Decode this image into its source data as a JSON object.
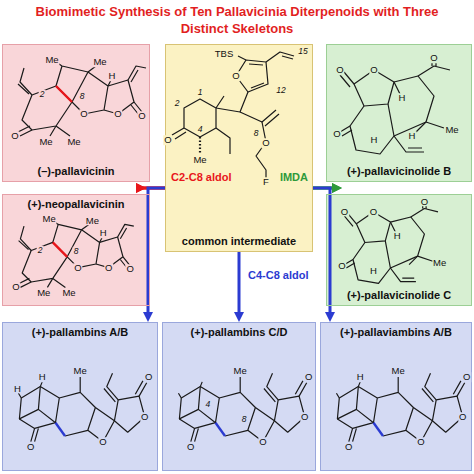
{
  "diagram": {
    "title": "Biomimetic Synthesis of Ten Pallavicinia Diterpenoids with Three Distinct Skeletons",
    "nodes": [
      {
        "text": [
          "(–)-pallavicinin"
        ]
      },
      {
        "text": [
          "(+)-neopallavicinin"
        ]
      },
      {
        "text": [
          "common intermediate"
        ]
      },
      {
        "text": [
          "(+)-pallavicinolide B"
        ]
      },
      {
        "text": [
          "(+)-pallavicinolide C"
        ]
      },
      {
        "text": [
          "(+)-pallambins A/B"
        ]
      },
      {
        "text": [
          "(+)-pallambins C/D"
        ]
      },
      {
        "text": [
          "(+)-pallaviambins A/B"
        ]
      }
    ],
    "edges": [
      {
        "from": 2,
        "to": 0,
        "arrow": "to",
        "label": "C2-C8 aldol"
      },
      {
        "from": 2,
        "to": 1,
        "arrow": "to"
      },
      {
        "from": 2,
        "to": 3,
        "arrow": "to",
        "label": "IMDA"
      },
      {
        "from": 2,
        "to": 4,
        "arrow": "to"
      },
      {
        "from": 2,
        "to": 5,
        "arrow": "to"
      },
      {
        "from": 2,
        "to": 6,
        "arrow": "to",
        "label": "C4-C8 aldol"
      },
      {
        "from": 2,
        "to": 7,
        "arrow": "to"
      }
    ],
    "labels": [
      "TBS",
      "O",
      "15",
      "12",
      "1",
      "2",
      "8",
      "O",
      "4",
      "Me",
      "O",
      "F",
      "Me",
      "Me",
      "H",
      "2",
      "8",
      "O",
      "O",
      "O",
      "O",
      "Me",
      "Me",
      "Me",
      "Me",
      "2",
      "8",
      "O",
      "H",
      "O",
      "O",
      "O",
      "Me",
      "Me",
      "O",
      "O",
      "H",
      "H",
      "Me",
      "O",
      "H",
      "O",
      "O",
      "O",
      "H",
      "Me",
      "O",
      "H",
      "O",
      "H",
      "H",
      "Me",
      "O",
      "O",
      "O",
      "O",
      "Me",
      "O",
      "4",
      "8",
      "O",
      "O",
      "O",
      "H",
      "Me",
      "O",
      "O",
      "O",
      "O"
    ]
  }
}
